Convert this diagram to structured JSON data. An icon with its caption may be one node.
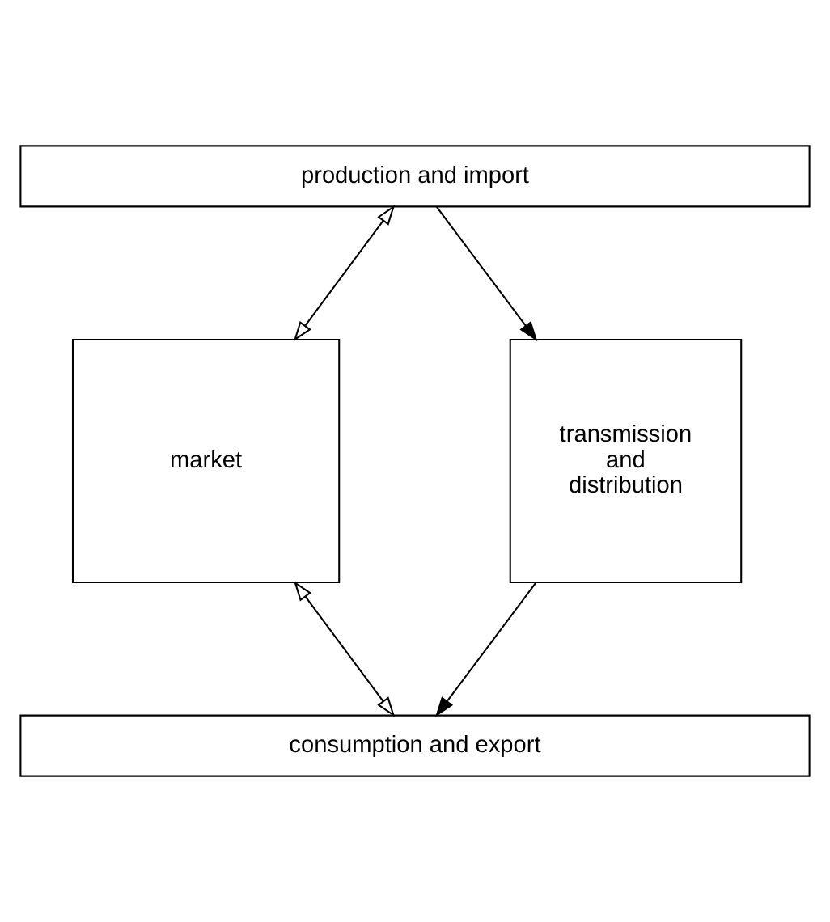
{
  "diagram": {
    "nodes": [
      {
        "text": [
          "production and import"
        ]
      },
      {
        "text": [
          "market"
        ]
      },
      {
        "text": [
          "transmission and distribution"
        ]
      },
      {
        "text": [
          "consumption and export"
        ]
      }
    ],
    "edges": [
      {
        "from": 0,
        "to": 1,
        "arrow": "both"
      },
      {
        "from": 0,
        "to": 2,
        "arrow": "to"
      },
      {
        "from": 1,
        "to": 3,
        "arrow": "both"
      },
      {
        "from": 2,
        "to": 3,
        "arrow": "to"
      }
    ]
  }
}
